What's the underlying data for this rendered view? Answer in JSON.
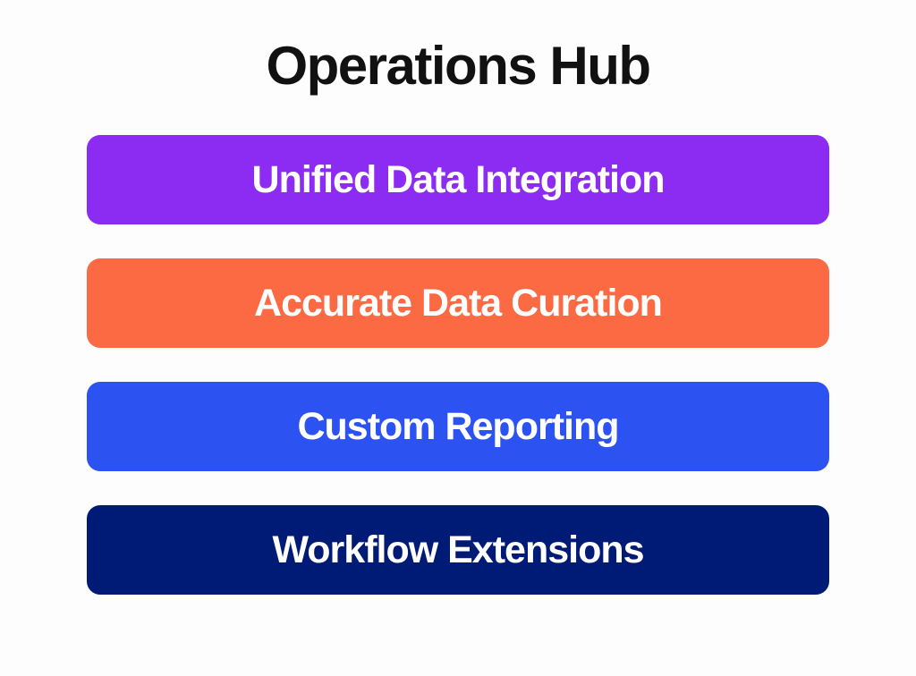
{
  "page": {
    "background_color": "#FDFDFD",
    "title": "Operations Hub",
    "title_color": "#111111"
  },
  "bars": [
    {
      "label": "Unified Data Integration",
      "color": "#8C2BF2",
      "text_color": "#FFFFFF"
    },
    {
      "label": "Accurate Data Curation",
      "color": "#FB6A43",
      "text_color": "#FFFFFF"
    },
    {
      "label": "Custom Reporting",
      "color": "#2C53F2",
      "text_color": "#FFFFFF"
    },
    {
      "label": "Workflow Extensions",
      "color": "#001B75",
      "text_color": "#FFFFFF"
    }
  ]
}
